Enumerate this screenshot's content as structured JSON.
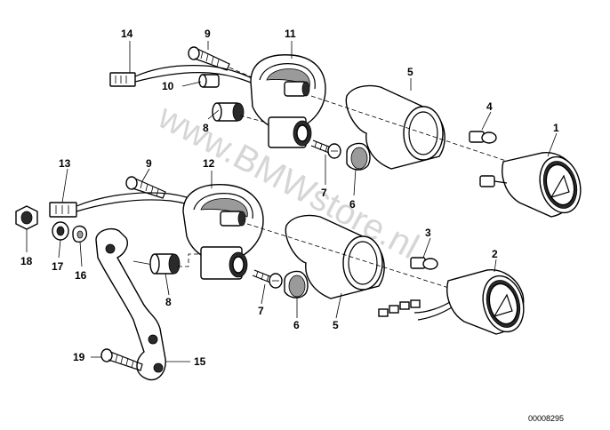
{
  "watermark": "www.BMWstore.nl",
  "diagram_code": "00008295",
  "labels": {
    "p1": "1",
    "p2": "2",
    "p3": "3",
    "p4": "4",
    "p5a": "5",
    "p5b": "5",
    "p6a": "6",
    "p6b": "6",
    "p7a": "7",
    "p7b": "7",
    "p8a": "8",
    "p8b": "8",
    "p9a": "9",
    "p9b": "9",
    "p10": "10",
    "p11": "11",
    "p12": "12",
    "p13": "13",
    "p14": "14",
    "p15": "15",
    "p16": "16",
    "p17": "17",
    "p18": "18",
    "p19": "19"
  }
}
